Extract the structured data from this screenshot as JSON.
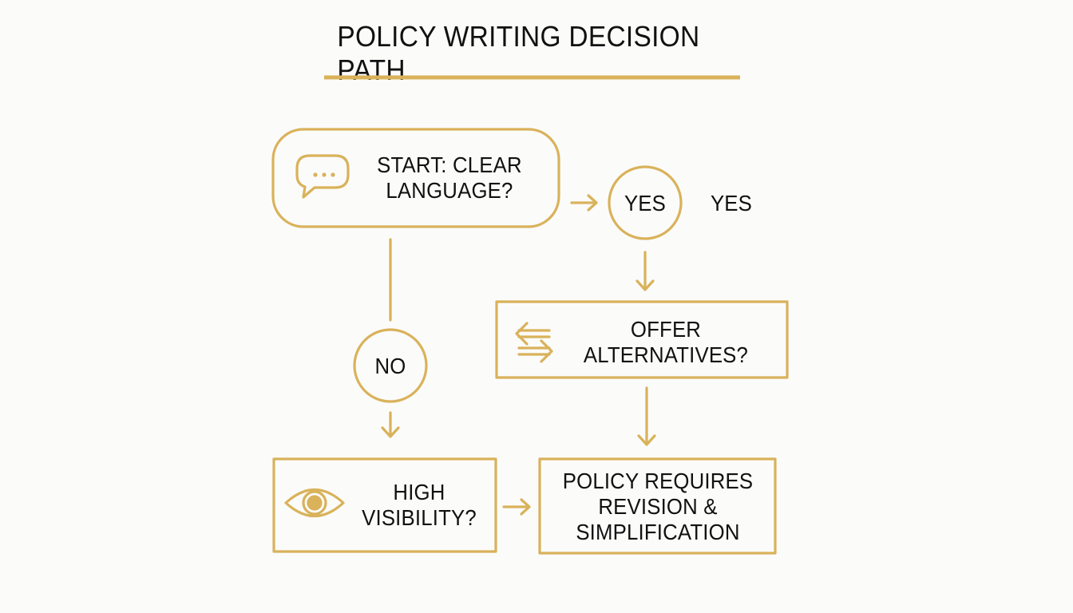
{
  "title": "POLICY WRITING DECISION PATH",
  "colors": {
    "accent": "#d9b25a",
    "text": "#111111",
    "background": "#fbfbfa"
  },
  "nodes": {
    "start": {
      "lines": [
        "START: CLEAR",
        "LANGUAGE?"
      ],
      "icon": "speech-bubble-icon"
    },
    "yes": {
      "text": "YES"
    },
    "yes_side_label": "YES",
    "no": {
      "text": "NO"
    },
    "offer": {
      "lines": [
        "OFFER",
        "ALTERNATIVES?"
      ],
      "icon": "swap-arrows-icon"
    },
    "visibility": {
      "lines": [
        "HIGH",
        "VISIBILITY?"
      ],
      "icon": "eye-icon"
    },
    "revision": {
      "lines": [
        "POLICY REQUIRES",
        "REVISION &",
        "SIMPLIFICATION"
      ]
    }
  }
}
